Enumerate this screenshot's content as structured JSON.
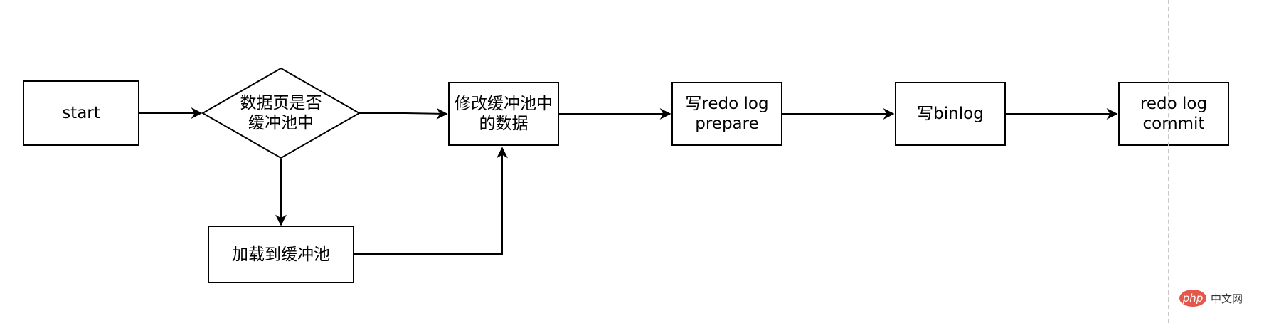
{
  "nodes": {
    "start": "start",
    "check_pool": "数据页是否\n缓冲池中",
    "load_pool": "加载到缓冲池",
    "modify": "修改缓冲池中\n的数据",
    "redo_prepare": "写redo log\nprepare",
    "binlog": "写binlog",
    "redo_commit": "redo log\ncommit"
  },
  "watermark": {
    "logo": "php",
    "text": "中文网"
  },
  "colors": {
    "stroke": "#000000",
    "divider": "#c8c8c8",
    "watermark": "#e2584a"
  }
}
